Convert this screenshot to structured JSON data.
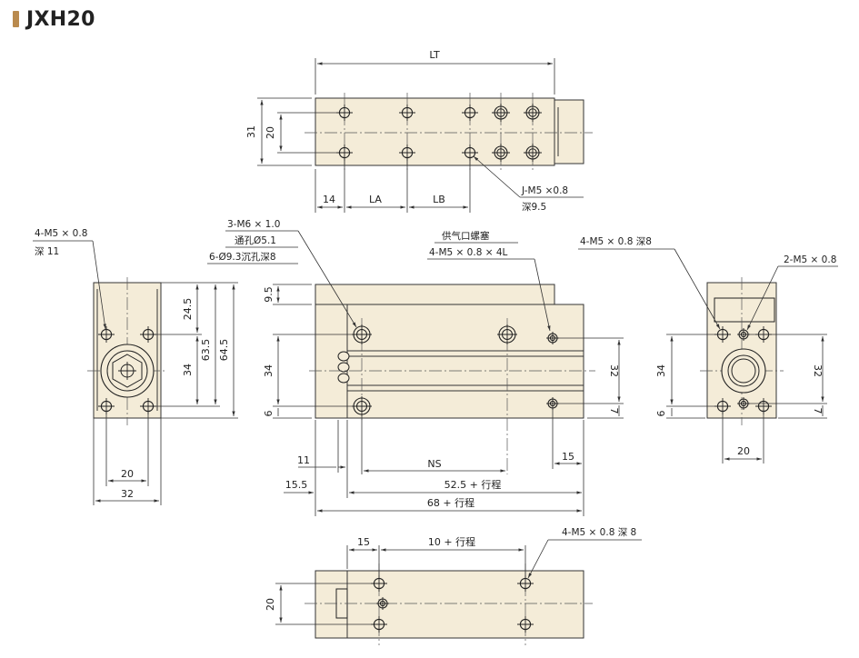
{
  "title": "JXH20",
  "colors": {
    "body": "#f4ecd8",
    "line": "#333333",
    "accent": "#b98a4e"
  },
  "top_view": {
    "dims": {
      "lt": "LT",
      "h31": "31",
      "h20": "20",
      "d14": "14",
      "la": "LA",
      "lb": "LB"
    },
    "callout_j": {
      "line1": "J-M5 ×0.8",
      "line2": "深9.5"
    }
  },
  "left_view": {
    "callout": {
      "line1": "4-M5 × 0.8",
      "line2": "深 11"
    },
    "dims": {
      "d24_5": "24.5",
      "d34": "34",
      "d63_5": "63.5",
      "d64_5": "64.5",
      "d20": "20",
      "d32": "32"
    }
  },
  "front_view": {
    "callout_left": {
      "line1": "3-M6 × 1.0",
      "line2": "通孔Ø5.1",
      "line3": "6-Ø9.3沉孔深8"
    },
    "callout_right": {
      "line1": "供气口螺塞",
      "line2": "4-M5 × 0.8 × 4L"
    },
    "dims": {
      "d9_5": "9.5",
      "d34": "34",
      "d6": "6",
      "d32": "32",
      "d7": "7",
      "d11": "11",
      "ns": "NS",
      "d15": "15",
      "d15_5": "15.5",
      "d52_5": "52.5 + 行程",
      "d68": "68 + 行程"
    }
  },
  "right_view": {
    "callout_top": "4-M5 × 0.8 深8",
    "callout_right": "2-M5 × 0.8",
    "dims": {
      "d34": "34",
      "d6": "6",
      "d32": "32",
      "d7": "7",
      "d20": "20"
    }
  },
  "bottom_view": {
    "dims": {
      "d15": "15",
      "d10": "10 + 行程",
      "d20": "20"
    },
    "callout": "4-M5 × 0.8 深 8"
  }
}
